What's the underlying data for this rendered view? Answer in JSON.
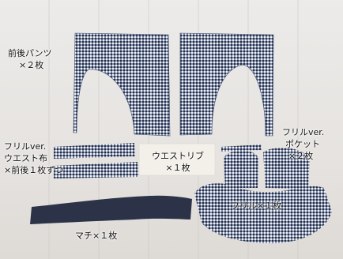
{
  "labels": {
    "pants": [
      "前後パンツ",
      "×２枚"
    ],
    "frill_waist": [
      "フリルver.",
      "ウエスト布",
      "×前後１枚ずつ"
    ],
    "waist_rib": [
      "ウエストリブ",
      "×１枚"
    ],
    "frill_pocket": [
      "フリルver.",
      "ポケット",
      "×２枚"
    ],
    "frill": [
      "フリル×１枚"
    ],
    "gusset": [
      "マチ×１枚"
    ]
  },
  "colors": {
    "fabric_check": "#3b4a6b",
    "fabric_navy": "#2c3348",
    "rib": "#f3f0ea",
    "floor": "#e9e6e3"
  }
}
